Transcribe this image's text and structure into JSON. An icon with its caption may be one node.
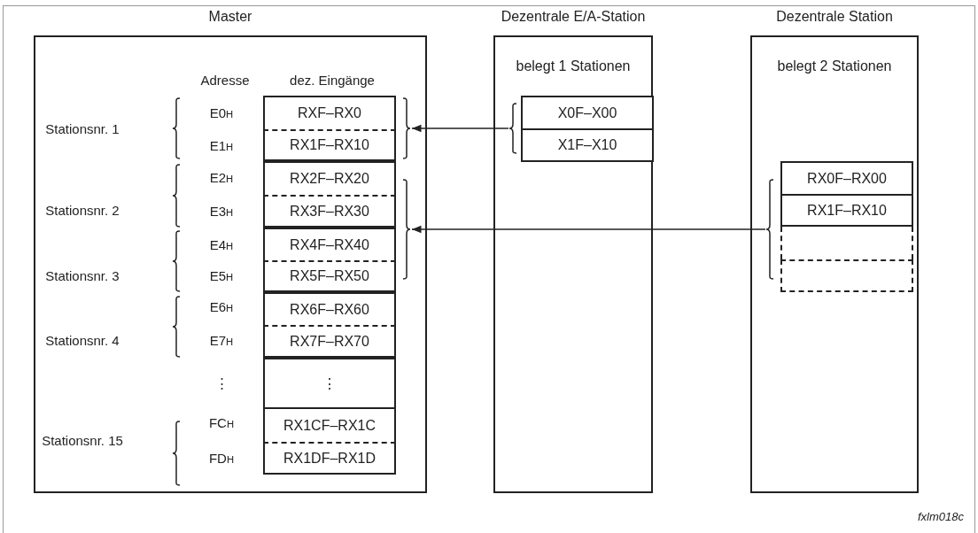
{
  "diagram": {
    "nodes": [
      {
        "text": [
          "Master"
        ]
      },
      {
        "text": [
          "RXF–RX0"
        ],
        "in": 0
      },
      {
        "text": [
          "RX1F–RX10"
        ],
        "in": 0
      },
      {
        "text": [
          "RX2F–RX20"
        ],
        "in": 0
      },
      {
        "text": [
          "RX3F–RX30"
        ],
        "in": 0
      },
      {
        "text": [
          "RX4F–RX40"
        ],
        "in": 0
      },
      {
        "text": [
          "RX5F–RX50"
        ],
        "in": 0
      },
      {
        "text": [
          "RX6F–RX60"
        ],
        "in": 0
      },
      {
        "text": [
          "RX7F–RX70"
        ],
        "in": 0
      },
      {
        "text": [
          "⋮"
        ],
        "in": 0
      },
      {
        "text": [
          "RX1CF–RX1C"
        ],
        "in": 0
      },
      {
        "text": [
          "RX1DF–RX1D"
        ],
        "in": 0
      },
      {
        "text": [],
        "shape": "bracket",
        "in": 0
      },
      {
        "text": [],
        "shape": "bracket",
        "in": 0
      },
      {
        "text": [
          "Dezentrale E/A-Station",
          "belegt 1 Stationen"
        ]
      },
      {
        "text": [
          "X0F–X00"
        ],
        "in": 14
      },
      {
        "text": [
          "X1F–X10"
        ],
        "in": 14
      },
      {
        "text": [],
        "shape": "bracket",
        "in": 14
      },
      {
        "text": [
          "Dezentrale Station",
          "belegt 2 Stationen"
        ]
      },
      {
        "text": [
          "RX0F–RX00"
        ],
        "in": 18
      },
      {
        "text": [
          "RX1F–RX10"
        ],
        "in": 18
      },
      {
        "text": [],
        "shape": "box",
        "in": 18
      },
      {
        "text": [],
        "shape": "box",
        "in": 18
      },
      {
        "text": [],
        "shape": "bracket",
        "in": 18
      }
    ],
    "edges": [
      {
        "from": 17,
        "to": 12,
        "arrow": "to"
      },
      {
        "from": 23,
        "to": 13,
        "arrow": "to"
      }
    ],
    "labels": [
      "Adresse",
      "dez. Eingänge",
      "Stationsnr. 1",
      "E0$_{H}$",
      "E1$_{H}$",
      "Stationsnr. 2",
      "E2$_{H}$",
      "E3$_{H}$",
      "Stationsnr. 3",
      "E4$_{H}$",
      "E5$_{H}$",
      "Stationsnr. 4",
      "E6$_{H}$",
      "E7$_{H}$",
      "⋮",
      "Stationsnr. 15",
      "FC$_{H}$",
      "FD$_{H}$",
      "fxlm018c"
    ]
  }
}
